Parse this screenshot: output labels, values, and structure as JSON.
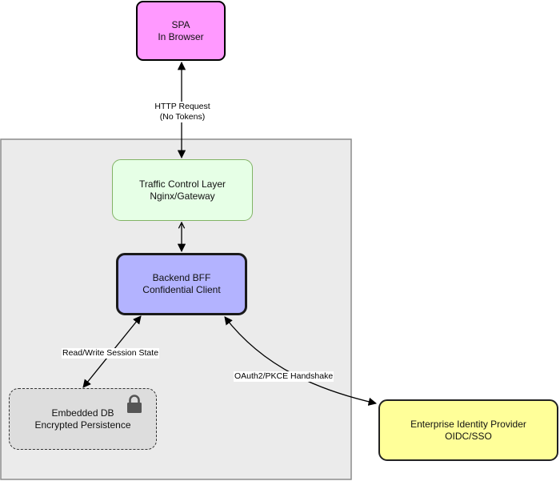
{
  "colors": {
    "spa_fill": "#ff99ff",
    "traffic_fill": "#e6ffe6",
    "bff_fill": "#b3b3ff",
    "db_fill": "#dddddd",
    "idp_fill": "#ffff99",
    "boundary_fill": "#ebebeb",
    "boundary_stroke": "#8c8c8c",
    "edge_color": "#000000"
  },
  "nodes": {
    "spa": {
      "line1": "SPA",
      "line2": "In Browser"
    },
    "traffic": {
      "line1": "Traffic Control Layer",
      "line2": "Nginx/Gateway"
    },
    "bff": {
      "line1": "Backend BFF",
      "line2": "Confidential Client"
    },
    "db": {
      "line1": "Embedded DB",
      "line2": "Encrypted Persistence",
      "icon": "lock-icon"
    },
    "idp": {
      "line1": "Enterprise Identity Provider",
      "line2": "OIDC/SSO"
    }
  },
  "edges": {
    "spa_traffic": {
      "line1": "HTTP Request",
      "line2": "(No Tokens)"
    },
    "bff_db": {
      "label": "Read/Write Session State"
    },
    "bff_idp": {
      "label": "OAuth2/PKCE Handshake"
    }
  }
}
